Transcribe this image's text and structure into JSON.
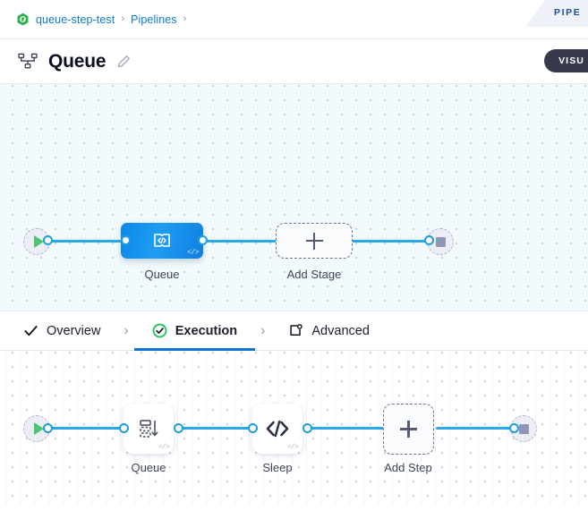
{
  "breadcrumb": {
    "project_icon": "project-hex-icon",
    "items": [
      {
        "label": "queue-step-test"
      },
      {
        "label": "Pipelines"
      }
    ],
    "separator": "›",
    "link_color": "#0b7ad6"
  },
  "pipe_tab": {
    "label": "PIPE"
  },
  "header": {
    "icon": "pipeline-icon",
    "title": "Queue",
    "edit_icon": "pencil-icon",
    "visual_button": "VISU"
  },
  "stage_canvas": {
    "start_node": {
      "name": "start-node",
      "icon": "play-icon"
    },
    "end_node": {
      "name": "end-node",
      "icon": "stop-icon"
    },
    "nodes": [
      {
        "id": "queue-stage",
        "label": "Queue",
        "type": "stage",
        "icon": "code-block-icon",
        "corner": "</>"
      },
      {
        "id": "add-stage",
        "label": "Add Stage",
        "type": "add",
        "icon": "plus-icon"
      }
    ]
  },
  "tabs": {
    "items": [
      {
        "id": "overview",
        "label": "Overview",
        "icon": "check-icon",
        "active": false
      },
      {
        "id": "execution",
        "label": "Execution",
        "icon": "check-circle-icon",
        "active": true
      },
      {
        "id": "advanced",
        "label": "Advanced",
        "icon": "advanced-gear-icon",
        "active": false
      }
    ],
    "separator": "›",
    "active_color": "#1173d4"
  },
  "step_canvas": {
    "start_node": {
      "name": "start-node",
      "icon": "play-icon"
    },
    "end_node": {
      "name": "end-node",
      "icon": "stop-icon"
    },
    "nodes": [
      {
        "id": "queue-step",
        "label": "Queue",
        "type": "step",
        "icon": "queue-stack-icon",
        "corner": "</>"
      },
      {
        "id": "sleep-step",
        "label": "Sleep",
        "type": "step",
        "icon": "code-angle-icon",
        "corner": "</>"
      },
      {
        "id": "add-step",
        "label": "Add Step",
        "type": "add",
        "icon": "plus-icon"
      }
    ]
  },
  "theme": {
    "edge_color": "#2aa8e8",
    "accent_blue": "#1173d4",
    "stage_blue": "#0f86e8",
    "success_green": "#22c55e",
    "canvas_top_bg": "#f2fafd",
    "canvas_bottom_bg": "#ffffff"
  }
}
